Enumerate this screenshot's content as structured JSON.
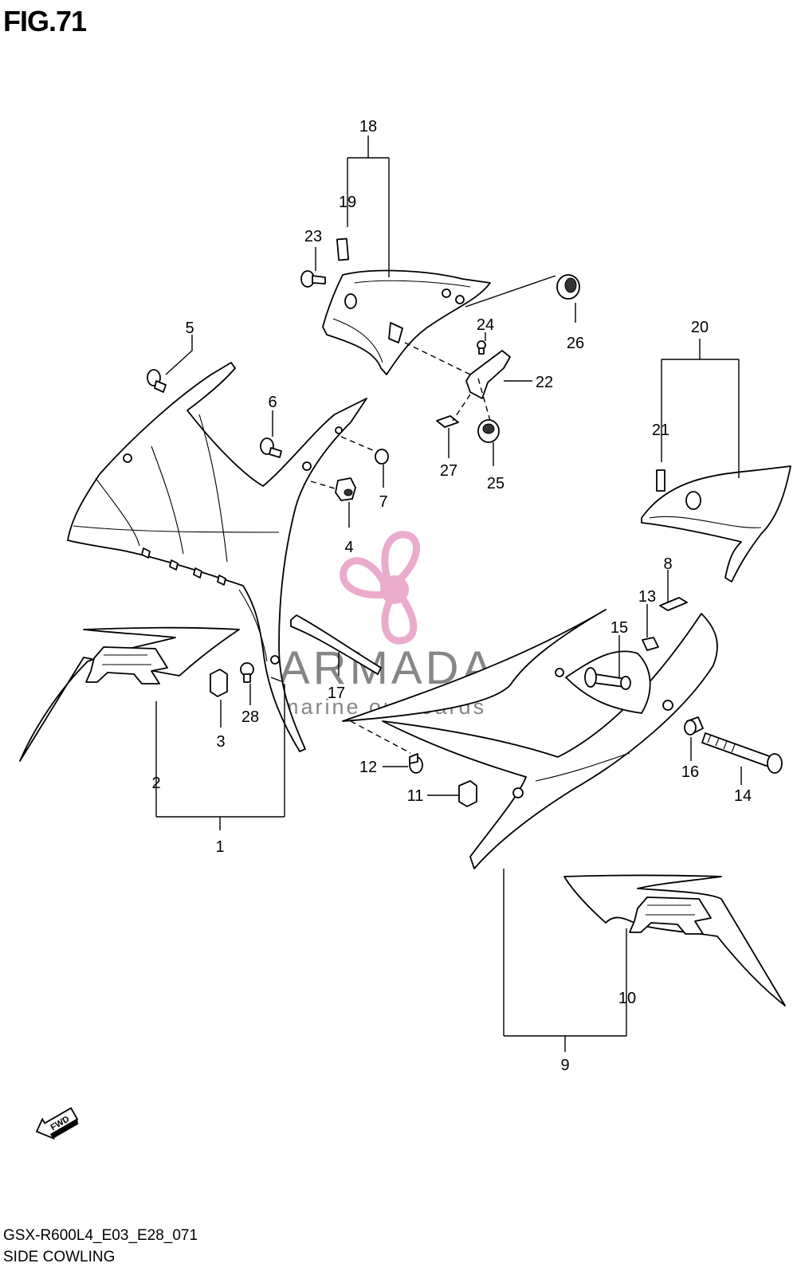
{
  "figure": {
    "title": "FIG.71",
    "code": "GSX-R600L4_E03_E28_071",
    "caption": "SIDE COWLING"
  },
  "fwd_label": "FWD",
  "watermark": {
    "brand": "ARMADA",
    "tagline": "marine outboards",
    "accent": "#e8a3c8"
  },
  "callouts": [
    "1",
    "2",
    "3",
    "4",
    "5",
    "6",
    "7",
    "8",
    "9",
    "10",
    "11",
    "12",
    "13",
    "14",
    "15",
    "16",
    "17",
    "18",
    "19",
    "20",
    "21",
    "22",
    "23",
    "24",
    "25",
    "26",
    "27",
    "28"
  ]
}
